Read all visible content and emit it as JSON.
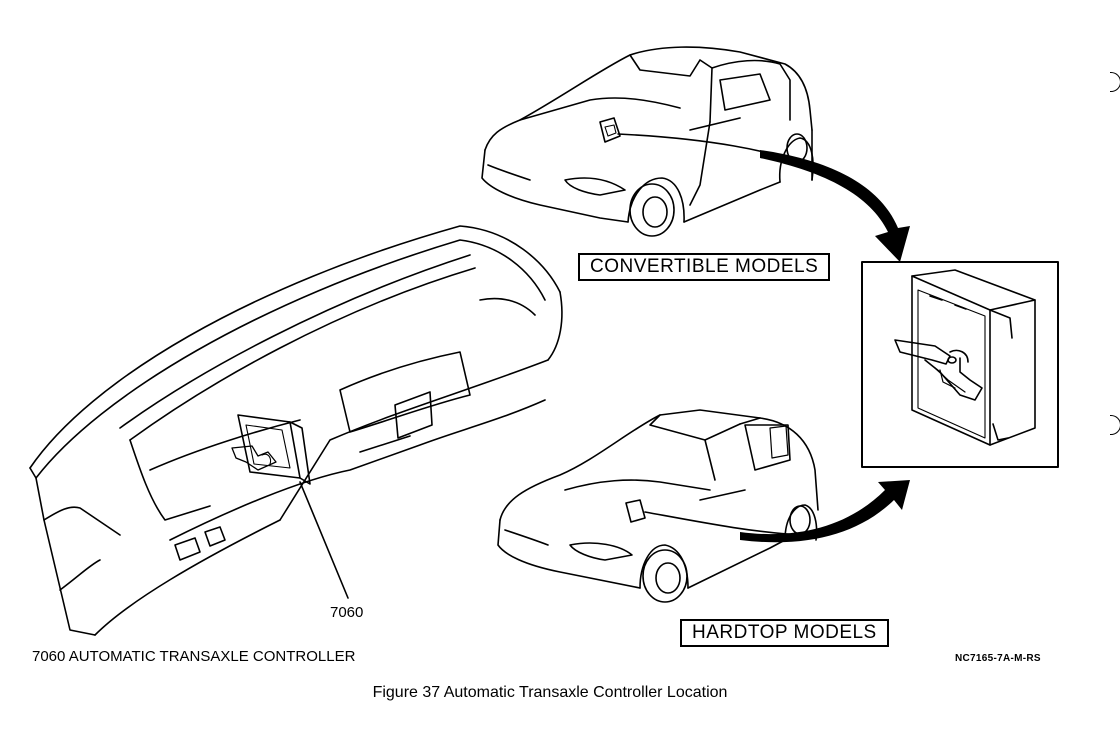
{
  "labels": {
    "convertible": "CONVERTIBLE MODELS",
    "hardtop": "HARDTOP MODELS",
    "part_number": "7060"
  },
  "legend": "7060 AUTOMATIC TRANSAXLE CONTROLLER",
  "reference_code": "NC7165-7A-M-RS",
  "caption": "Figure 37 Automatic Transaxle Controller Location"
}
